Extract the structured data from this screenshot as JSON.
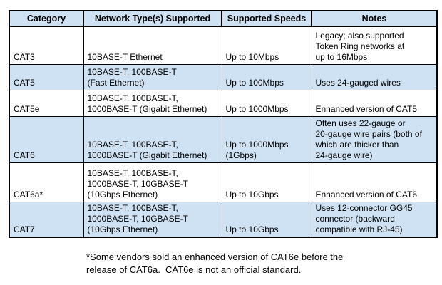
{
  "colors": {
    "row_shade": "#cfe2f3",
    "border": "#000000",
    "background": "#ffffff",
    "text": "#000000"
  },
  "table": {
    "columns": [
      {
        "label": "Category"
      },
      {
        "label": "Network Type(s) Supported"
      },
      {
        "label": "Supported Speeds"
      },
      {
        "label": "Notes"
      }
    ],
    "rows": [
      {
        "category": "CAT3",
        "network_types": "10BASE-T Ethernet",
        "speeds": "Up to 10Mbps",
        "notes": "Legacy; also supported\nToken Ring networks at\nup to 16Mbps",
        "shaded": false
      },
      {
        "category": "CAT5",
        "network_types": "10BASE-T, 100BASE-T\n(Fast Ethernet)",
        "speeds": "Up to 100Mbps",
        "notes": "Uses 24-gauged wires",
        "shaded": true
      },
      {
        "category": "CAT5e",
        "network_types": "10BASE-T, 100BASE-T,\n1000BASE-T (Gigabit Ethernet)",
        "speeds": "Up to 1000Mbps",
        "notes": "Enhanced version of CAT5",
        "shaded": false
      },
      {
        "category": "CAT6",
        "network_types": "10BASE-T, 100BASE-T,\n1000BASE-T (Gigabit Ethernet)",
        "speeds": "Up to 1000Mbps\n(1Gbps)",
        "notes": "Often uses 22-gauge or\n20-gauge wire pairs (both of\nwhich are thicker than\n24-gauge wire)",
        "shaded": true
      },
      {
        "category": "CAT6a*",
        "network_types": "10BASE-T, 100BASE-T,\n1000BASE-T, 10GBASE-T\n(10Gbps Ethernet)",
        "speeds": "Up to 10Gbps",
        "notes": "Enhanced version of CAT6",
        "shaded": false
      },
      {
        "category": "CAT7",
        "network_types": "10BASE-T, 100BASE-T,\n1000BASE-T, 10GBASE-T\n(10Gbps Ethernet)",
        "speeds": "Up to 10Gbps",
        "notes": "Uses 12-connector GG45\nconnector (backward\ncompatible with RJ-45)",
        "shaded": true
      }
    ]
  },
  "footnote": "*Some vendors sold an enhanced version of CAT6e before the\nrelease of CAT6a.  CAT6e is not an official standard."
}
